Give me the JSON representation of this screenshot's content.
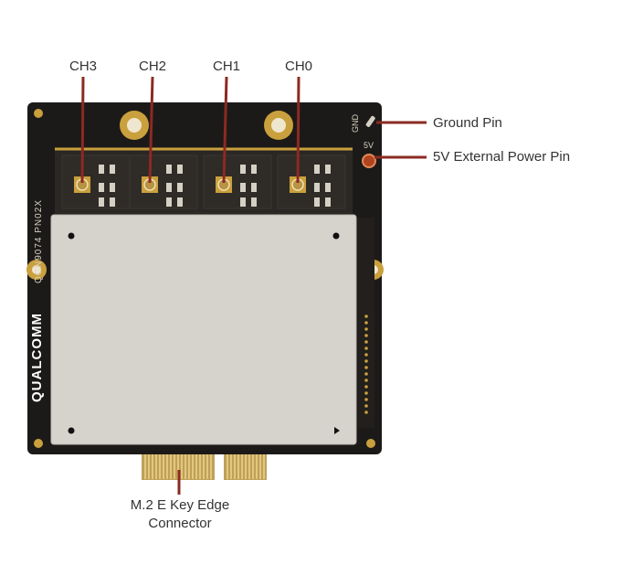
{
  "labels": {
    "channels": [
      "CH3",
      "CH2",
      "CH1",
      "CH0"
    ],
    "ground_pin": "Ground Pin",
    "power_pin": "5V External Power Pin",
    "connector_line1": "M.2 E Key Edge",
    "connector_line2": "Connector"
  },
  "board_text": {
    "part_number": "QCN9074 PN02X",
    "brand": "QUALCOMM",
    "gnd": "GND",
    "v5": "5V"
  },
  "colors": {
    "pcb": "#1c1a18",
    "shield": "#d6d2cc",
    "gold": "#c9a03d",
    "leader": "#8b2a22",
    "text": "#333333"
  }
}
